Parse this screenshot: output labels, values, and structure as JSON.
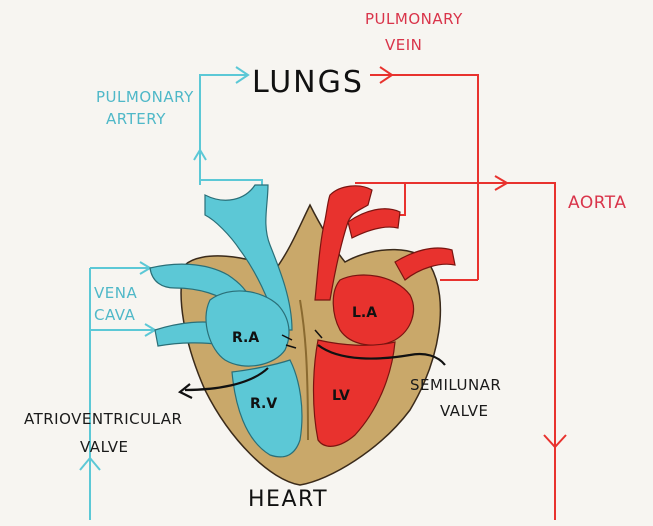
{
  "labels": {
    "lungs": "LUNGS",
    "pulmonary_vein_line1": "PULMONARY",
    "pulmonary_vein_line2": "VEIN",
    "pulmonary_artery_line1": "PULMONARY",
    "pulmonary_artery_line2": "ARTERY",
    "aorta": "AORTA",
    "vena_cava_line1": "VENA",
    "vena_cava_line2": "CAVA",
    "right_atrium": "R.A",
    "left_atrium": "L.A",
    "right_ventricle": "R.V",
    "left_ventricle": "LV",
    "atrioventricular_line1": "ATRIOVENTRICULAR",
    "atrioventricular_line2": "VALVE",
    "semilunar_line1": "SEMILUNAR",
    "semilunar_line2": "VALVE",
    "heart": "HEART"
  },
  "colors": {
    "deoxygenated": "#5cc8d6",
    "oxygenated": "#e8322e",
    "heart_wall": "#c9a86a",
    "blue_ink": "#4fb8c8",
    "red_ink": "#d9344a",
    "outline": "#3a2a1a"
  }
}
